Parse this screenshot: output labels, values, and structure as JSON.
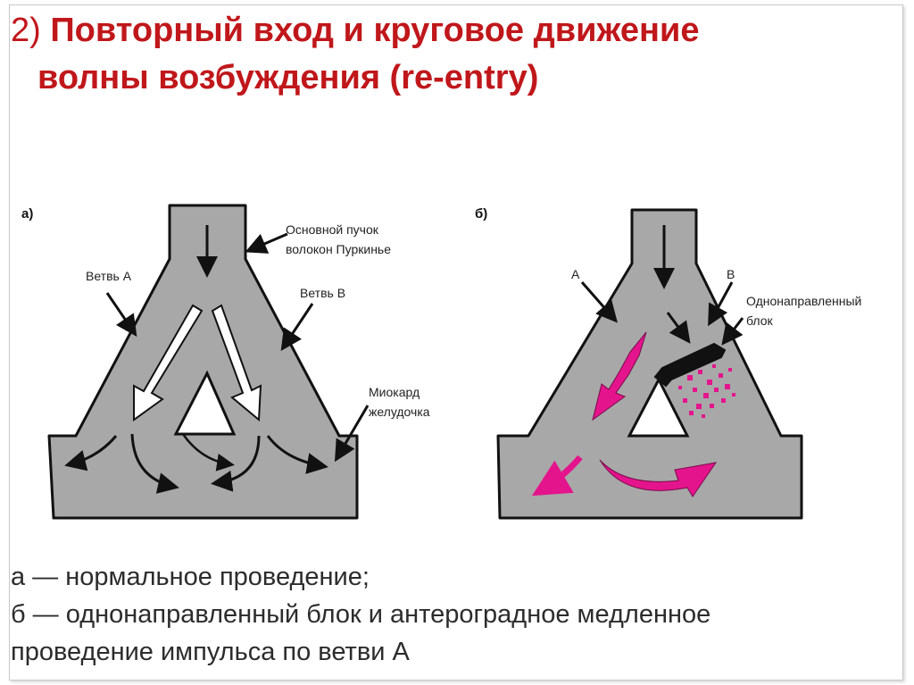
{
  "title": {
    "number": "2)",
    "line1": "Повторный вход и круговое движение",
    "line2": "волны возбуждения (re-entry)"
  },
  "panel_a": {
    "letter": "а)",
    "bundle_label_1": "Основной пучок",
    "bundle_label_2": "волокон Пуркинье",
    "branch_a": "Ветвь А",
    "branch_b": "Ветвь В",
    "myocard_1": "Миокард",
    "myocard_2": "желудочка"
  },
  "panel_b": {
    "letter": "б)",
    "branch_a": "А",
    "branch_b": "В",
    "block_1": "Однонаправленный",
    "block_2": "блок"
  },
  "caption": {
    "line1": "а — нормальное проведение;",
    "line2": "б — однонаправленный блок и антероградное медленное",
    "line3": "проведение импульса по ветви А"
  },
  "colors": {
    "title": "#c0171b",
    "tissue": "#a8a8a8",
    "impulse": "#e4148c"
  }
}
